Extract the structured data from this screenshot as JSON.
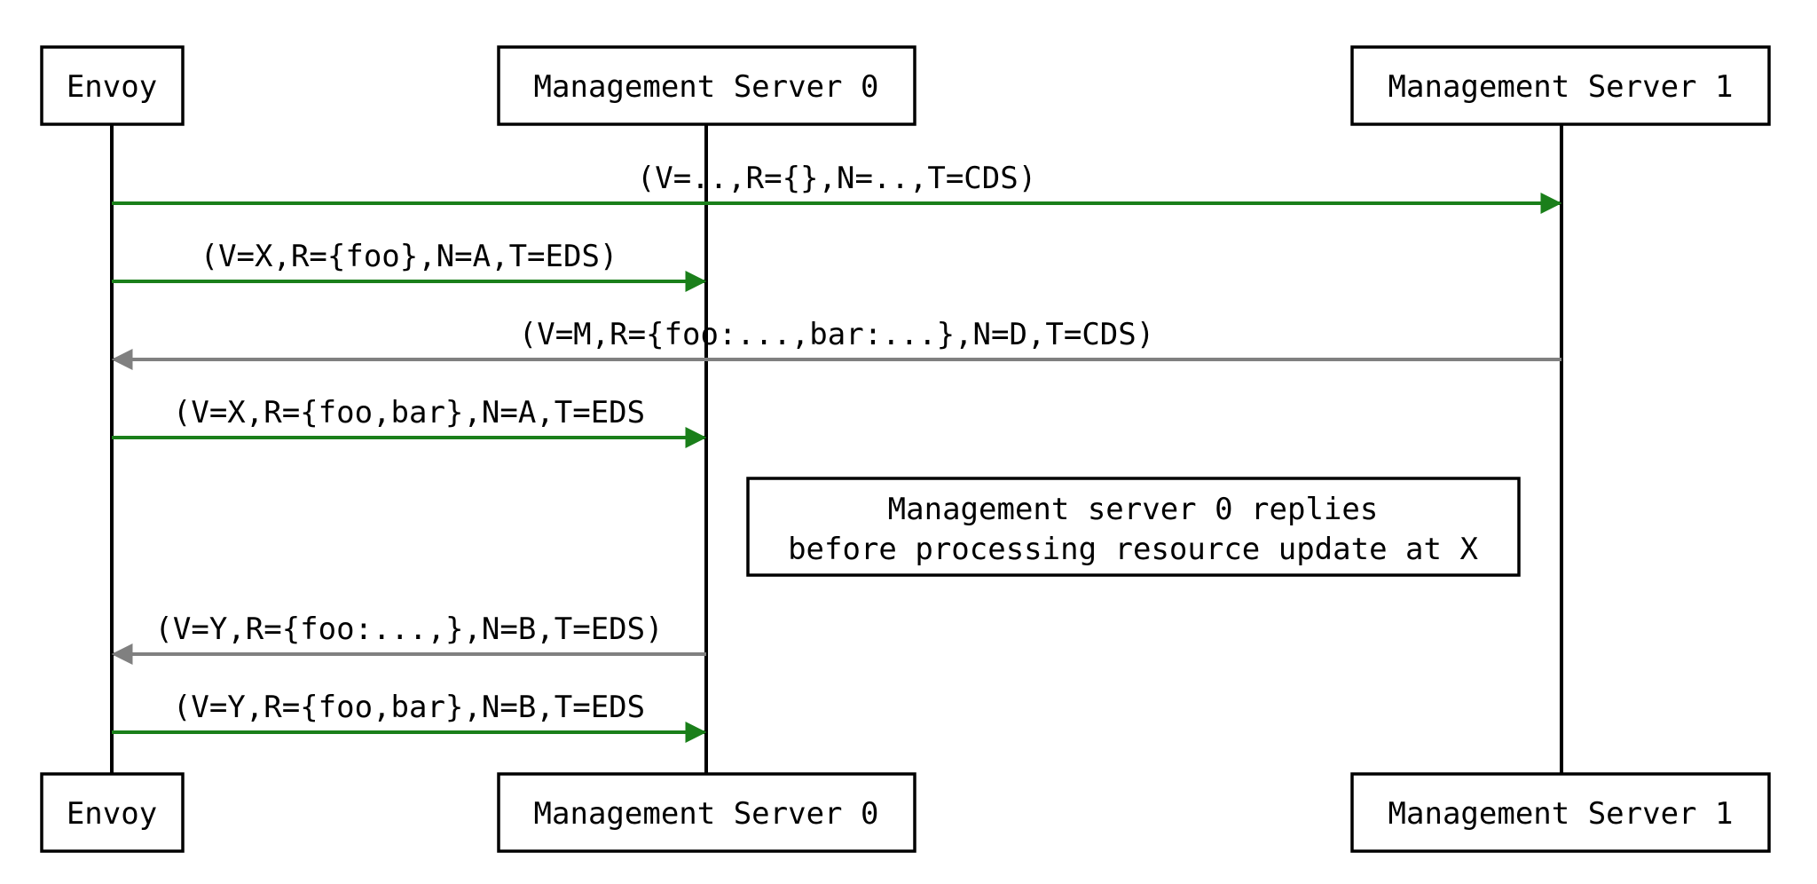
{
  "actors": [
    {
      "id": "envoy",
      "label": "Envoy"
    },
    {
      "id": "ms0",
      "label": "Management Server 0"
    },
    {
      "id": "ms1",
      "label": "Management Server 1"
    }
  ],
  "messages": [
    {
      "from": "envoy",
      "to": "ms1",
      "label": "(V=..,R={},N=..,T=CDS)",
      "kind": "request"
    },
    {
      "from": "envoy",
      "to": "ms0",
      "label": "(V=X,R={foo},N=A,T=EDS)",
      "kind": "request"
    },
    {
      "from": "ms1",
      "to": "envoy",
      "label": "(V=M,R={foo:...,bar:...},N=D,T=CDS)",
      "kind": "response"
    },
    {
      "from": "envoy",
      "to": "ms0",
      "label": "(V=X,R={foo,bar},N=A,T=EDS",
      "kind": "request"
    },
    {
      "from": "ms0",
      "to": "envoy",
      "label": "(V=Y,R={foo:...,},N=B,T=EDS)",
      "kind": "response"
    },
    {
      "from": "envoy",
      "to": "ms0",
      "label": "(V=Y,R={foo,bar},N=B,T=EDS",
      "kind": "request"
    }
  ],
  "note": {
    "lines": [
      "Management server 0 replies",
      "before processing resource update at X"
    ]
  },
  "colors": {
    "request": "#1a7f1a",
    "response": "#808080",
    "line": "#000000"
  }
}
